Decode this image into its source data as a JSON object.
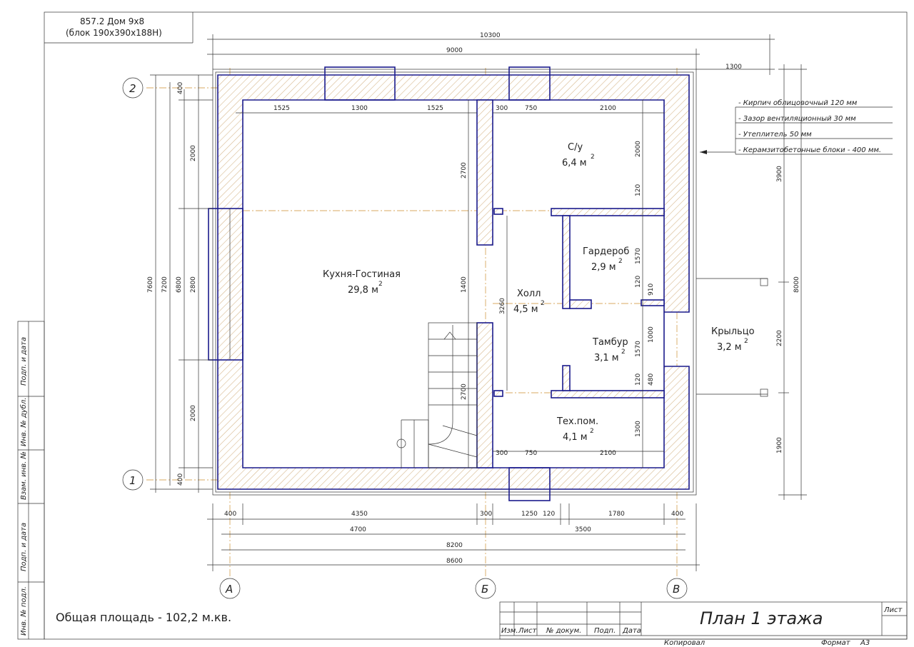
{
  "project": {
    "code_line": "857.2 Дом 9х8",
    "block_line": "(блок 190х390х188Н)"
  },
  "axes": {
    "letters": [
      "А",
      "Б",
      "В"
    ],
    "numbers": [
      "1",
      "2"
    ]
  },
  "rooms": [
    {
      "name": "Кухня-Гостиная",
      "area": "29,8 м"
    },
    {
      "name": "С/у",
      "area": "6,4 м"
    },
    {
      "name": "Гардероб",
      "area": "2,9 м"
    },
    {
      "name": "Холл",
      "area": "4,5 м"
    },
    {
      "name": "Тамбур",
      "area": "3,1 м"
    },
    {
      "name": "Тех.пом.",
      "area": "4,1 м"
    },
    {
      "name": "Крыльцо",
      "area": "3,2 м"
    }
  ],
  "area_superscript": "2",
  "wall_layers": [
    "- Кирпич облицовочный 120 мм",
    "- Зазор вентиляционный 30 мм",
    "- Утеплитель 50 мм",
    "- Керамзитобетонные блоки - 400 мм."
  ],
  "dims": {
    "top_overall": "10300",
    "top_main": "9000",
    "porch_w": "1300",
    "top_row": [
      "1525",
      "1300",
      "1525",
      "300",
      "750",
      "2100"
    ],
    "bottom_row1": [
      "400",
      "4350",
      "300",
      "1250",
      "120",
      "1780",
      "400"
    ],
    "bottom_row2": [
      "4700",
      "3500"
    ],
    "bottom_row3": "8200",
    "bottom_row4": "8600",
    "left_outer": [
      "7600",
      "7200",
      "6800",
      "2800"
    ],
    "left_small": [
      "400",
      "2000",
      "2000",
      "400"
    ],
    "inner_left": [
      "2700",
      "1400",
      "2700"
    ],
    "inner_mid": [
      "3260"
    ],
    "right_inner": [
      "2000",
      "120",
      "1570",
      "120",
      "910",
      "1000",
      "1570",
      "120",
      "480",
      "1300"
    ],
    "bottom_inner": [
      "300",
      "750",
      "2100"
    ],
    "right_outer": [
      "3900",
      "2200",
      "1900",
      "8000"
    ]
  },
  "total_area": "Общая площадь - 102,2 м.кв.",
  "title": "План 1 этажа",
  "stamp": {
    "cols": [
      "Изм.",
      "Лист",
      "№ докум.",
      "Подп.",
      "Дата"
    ],
    "sheet_label": "Лист",
    "copied": "Копировал",
    "format": "Формат",
    "format_value": "А3"
  },
  "side_stamp": [
    "Подп. и дата",
    "Инв. № дубл.",
    "Взам. инв. №",
    "Подп. и дата",
    "Инв. № подл."
  ],
  "colors": {
    "wall_line": "#1a1a8c",
    "axis": "#d8a960",
    "ink": "#222222"
  }
}
